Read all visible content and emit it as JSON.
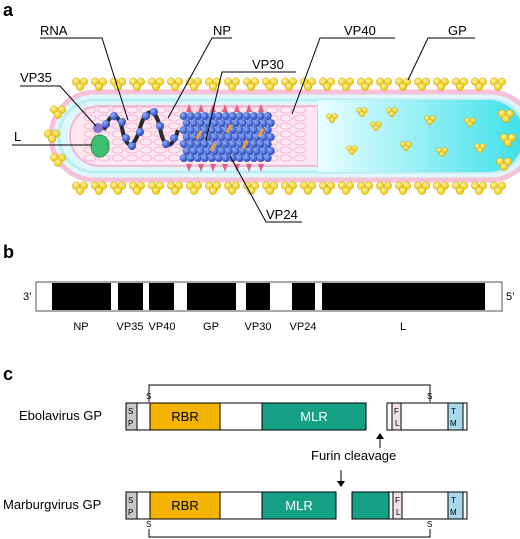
{
  "panels": {
    "a": {
      "label": "a",
      "callouts": {
        "rna": "RNA",
        "np": "NP",
        "vp40": "VP40",
        "gp": "GP",
        "vp35": "VP35",
        "vp30": "VP30",
        "l": "L",
        "vp24": "VP24"
      }
    },
    "b": {
      "label": "b",
      "end_left": "3’",
      "end_right": "5’",
      "genes": [
        "NP",
        "VP35",
        "VP40",
        "GP",
        "VP30",
        "VP24",
        "L"
      ]
    },
    "c": {
      "label": "c",
      "ebola": {
        "name": "Ebolavirus GP",
        "sp": "SP",
        "rbr": "RBR",
        "mlr": "MLR",
        "fl": "FL",
        "tm": "TM",
        "s_left": "S",
        "s_right": "S"
      },
      "furin": "Furin cleavage",
      "marburg": {
        "name": "Marburgvirus GP",
        "sp": "SP",
        "rbr": "RBR",
        "mlr": "MLR",
        "fl": "FL",
        "tm": "TM",
        "s_left": "S",
        "s_right": "S"
      }
    }
  },
  "colors": {
    "rbr": "#f5b400",
    "mlr": "#16a085",
    "tm": "#a8d8ea",
    "sp": "#c8c8c8",
    "gene_black": "#000000",
    "spike_yellow": "#f2d400",
    "np_blue": "#3a5fd0",
    "vp24_pink": "#e0607e",
    "vp30_orange": "#f0a040",
    "l_green": "#3cc070",
    "interior_cyan": "#6fe6ee",
    "matrix_pink": "#f6bcd8"
  }
}
